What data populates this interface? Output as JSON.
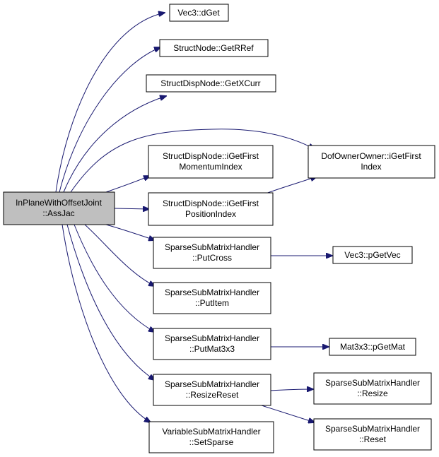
{
  "colors": {
    "edge": "#191970",
    "node_fill": "#ffffff",
    "root_fill": "#bfbfbf",
    "border": "#000000"
  },
  "nodes": {
    "root": [
      "InPlaneWithOffsetJoint",
      "::AssJac"
    ],
    "vec3_dget": [
      "Vec3::dGet"
    ],
    "structnode_getrref": [
      "StructNode::GetRRef"
    ],
    "structdispnode_getxcurr": [
      "StructDispNode::GetXCurr"
    ],
    "dofownerowner_igetfirstindex": [
      "DofOwnerOwner::iGetFirst",
      "Index"
    ],
    "structdispnode_igetfirstmomentumindex": [
      "StructDispNode::iGetFirst",
      "MomentumIndex"
    ],
    "structdispnode_igetfirstpositionindex": [
      "StructDispNode::iGetFirst",
      "PositionIndex"
    ],
    "sparsesubmatrixhandler_putcross": [
      "SparseSubMatrixHandler",
      "::PutCross"
    ],
    "vec3_pgetvec": [
      "Vec3::pGetVec"
    ],
    "sparsesubmatrixhandler_putitem": [
      "SparseSubMatrixHandler",
      "::PutItem"
    ],
    "sparsesubmatrixhandler_putmat3x3": [
      "SparseSubMatrixHandler",
      "::PutMat3x3"
    ],
    "mat3x3_pgetmat": [
      "Mat3x3::pGetMat"
    ],
    "sparsesubmatrixhandler_resizereset": [
      "SparseSubMatrixHandler",
      "::ResizeReset"
    ],
    "sparsesubmatrixhandler_resize": [
      "SparseSubMatrixHandler",
      "::Resize"
    ],
    "sparsesubmatrixhandler_reset": [
      "SparseSubMatrixHandler",
      "::Reset"
    ],
    "variablesubmatrixhandler_setsparse": [
      "VariableSubMatrixHandler",
      "::SetSparse"
    ]
  },
  "edges": [
    [
      "root",
      "vec3_dget"
    ],
    [
      "root",
      "structnode_getrref"
    ],
    [
      "root",
      "structdispnode_getxcurr"
    ],
    [
      "root",
      "dofownerowner_igetfirstindex"
    ],
    [
      "root",
      "structdispnode_igetfirstmomentumindex"
    ],
    [
      "root",
      "structdispnode_igetfirstpositionindex"
    ],
    [
      "root",
      "sparsesubmatrixhandler_putcross"
    ],
    [
      "root",
      "sparsesubmatrixhandler_putitem"
    ],
    [
      "root",
      "sparsesubmatrixhandler_putmat3x3"
    ],
    [
      "root",
      "sparsesubmatrixhandler_resizereset"
    ],
    [
      "root",
      "variablesubmatrixhandler_setsparse"
    ],
    [
      "structdispnode_igetfirstpositionindex",
      "dofownerowner_igetfirstindex"
    ],
    [
      "sparsesubmatrixhandler_putcross",
      "vec3_pgetvec"
    ],
    [
      "sparsesubmatrixhandler_putmat3x3",
      "mat3x3_pgetmat"
    ],
    [
      "sparsesubmatrixhandler_resizereset",
      "sparsesubmatrixhandler_resize"
    ],
    [
      "sparsesubmatrixhandler_resizereset",
      "sparsesubmatrixhandler_reset"
    ]
  ]
}
